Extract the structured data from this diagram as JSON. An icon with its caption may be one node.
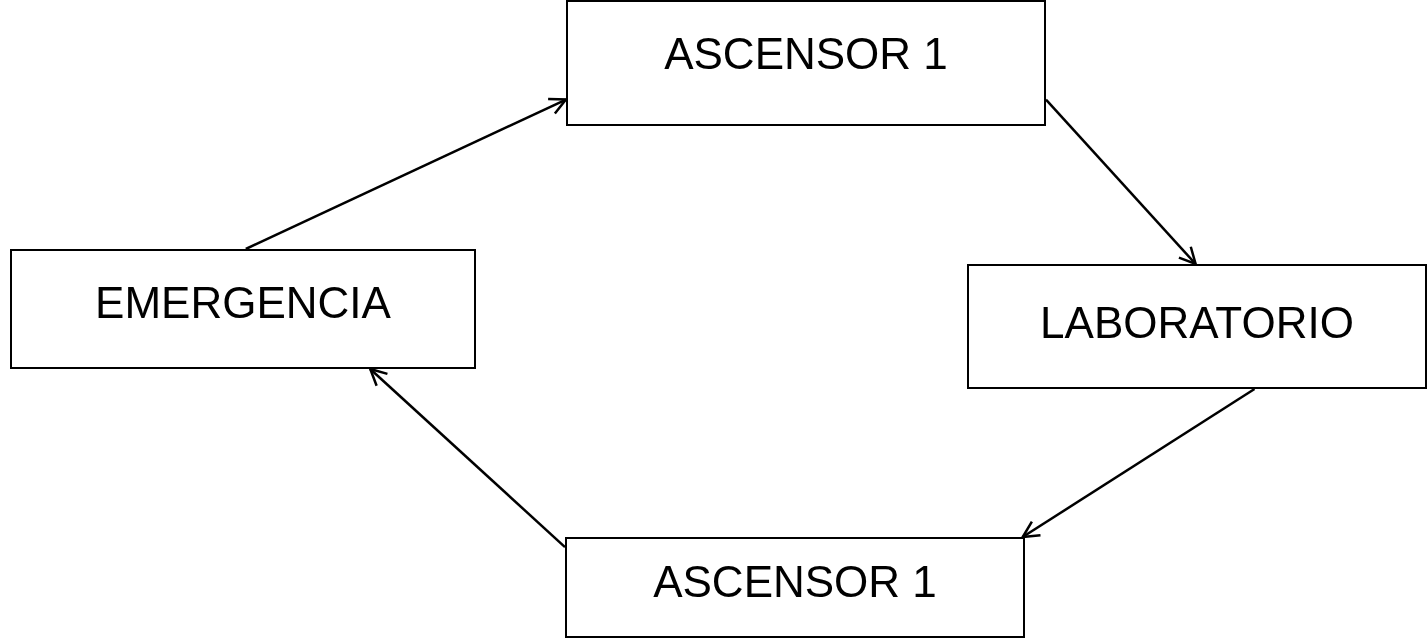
{
  "diagram": {
    "nodes": [
      {
        "text": [
          "ASCENSOR 1"
        ]
      },
      {
        "text": [
          "EMERGENCIA"
        ]
      },
      {
        "text": [
          "LABORATORIO"
        ]
      },
      {
        "text": [
          "ASCENSOR 1"
        ]
      }
    ],
    "edges": [
      {
        "from": 1,
        "to": 0,
        "arrow": "to"
      },
      {
        "from": 0,
        "to": 2,
        "arrow": "to"
      },
      {
        "from": 2,
        "to": 3,
        "arrow": "to"
      },
      {
        "from": 3,
        "to": 1,
        "arrow": "to"
      }
    ]
  }
}
